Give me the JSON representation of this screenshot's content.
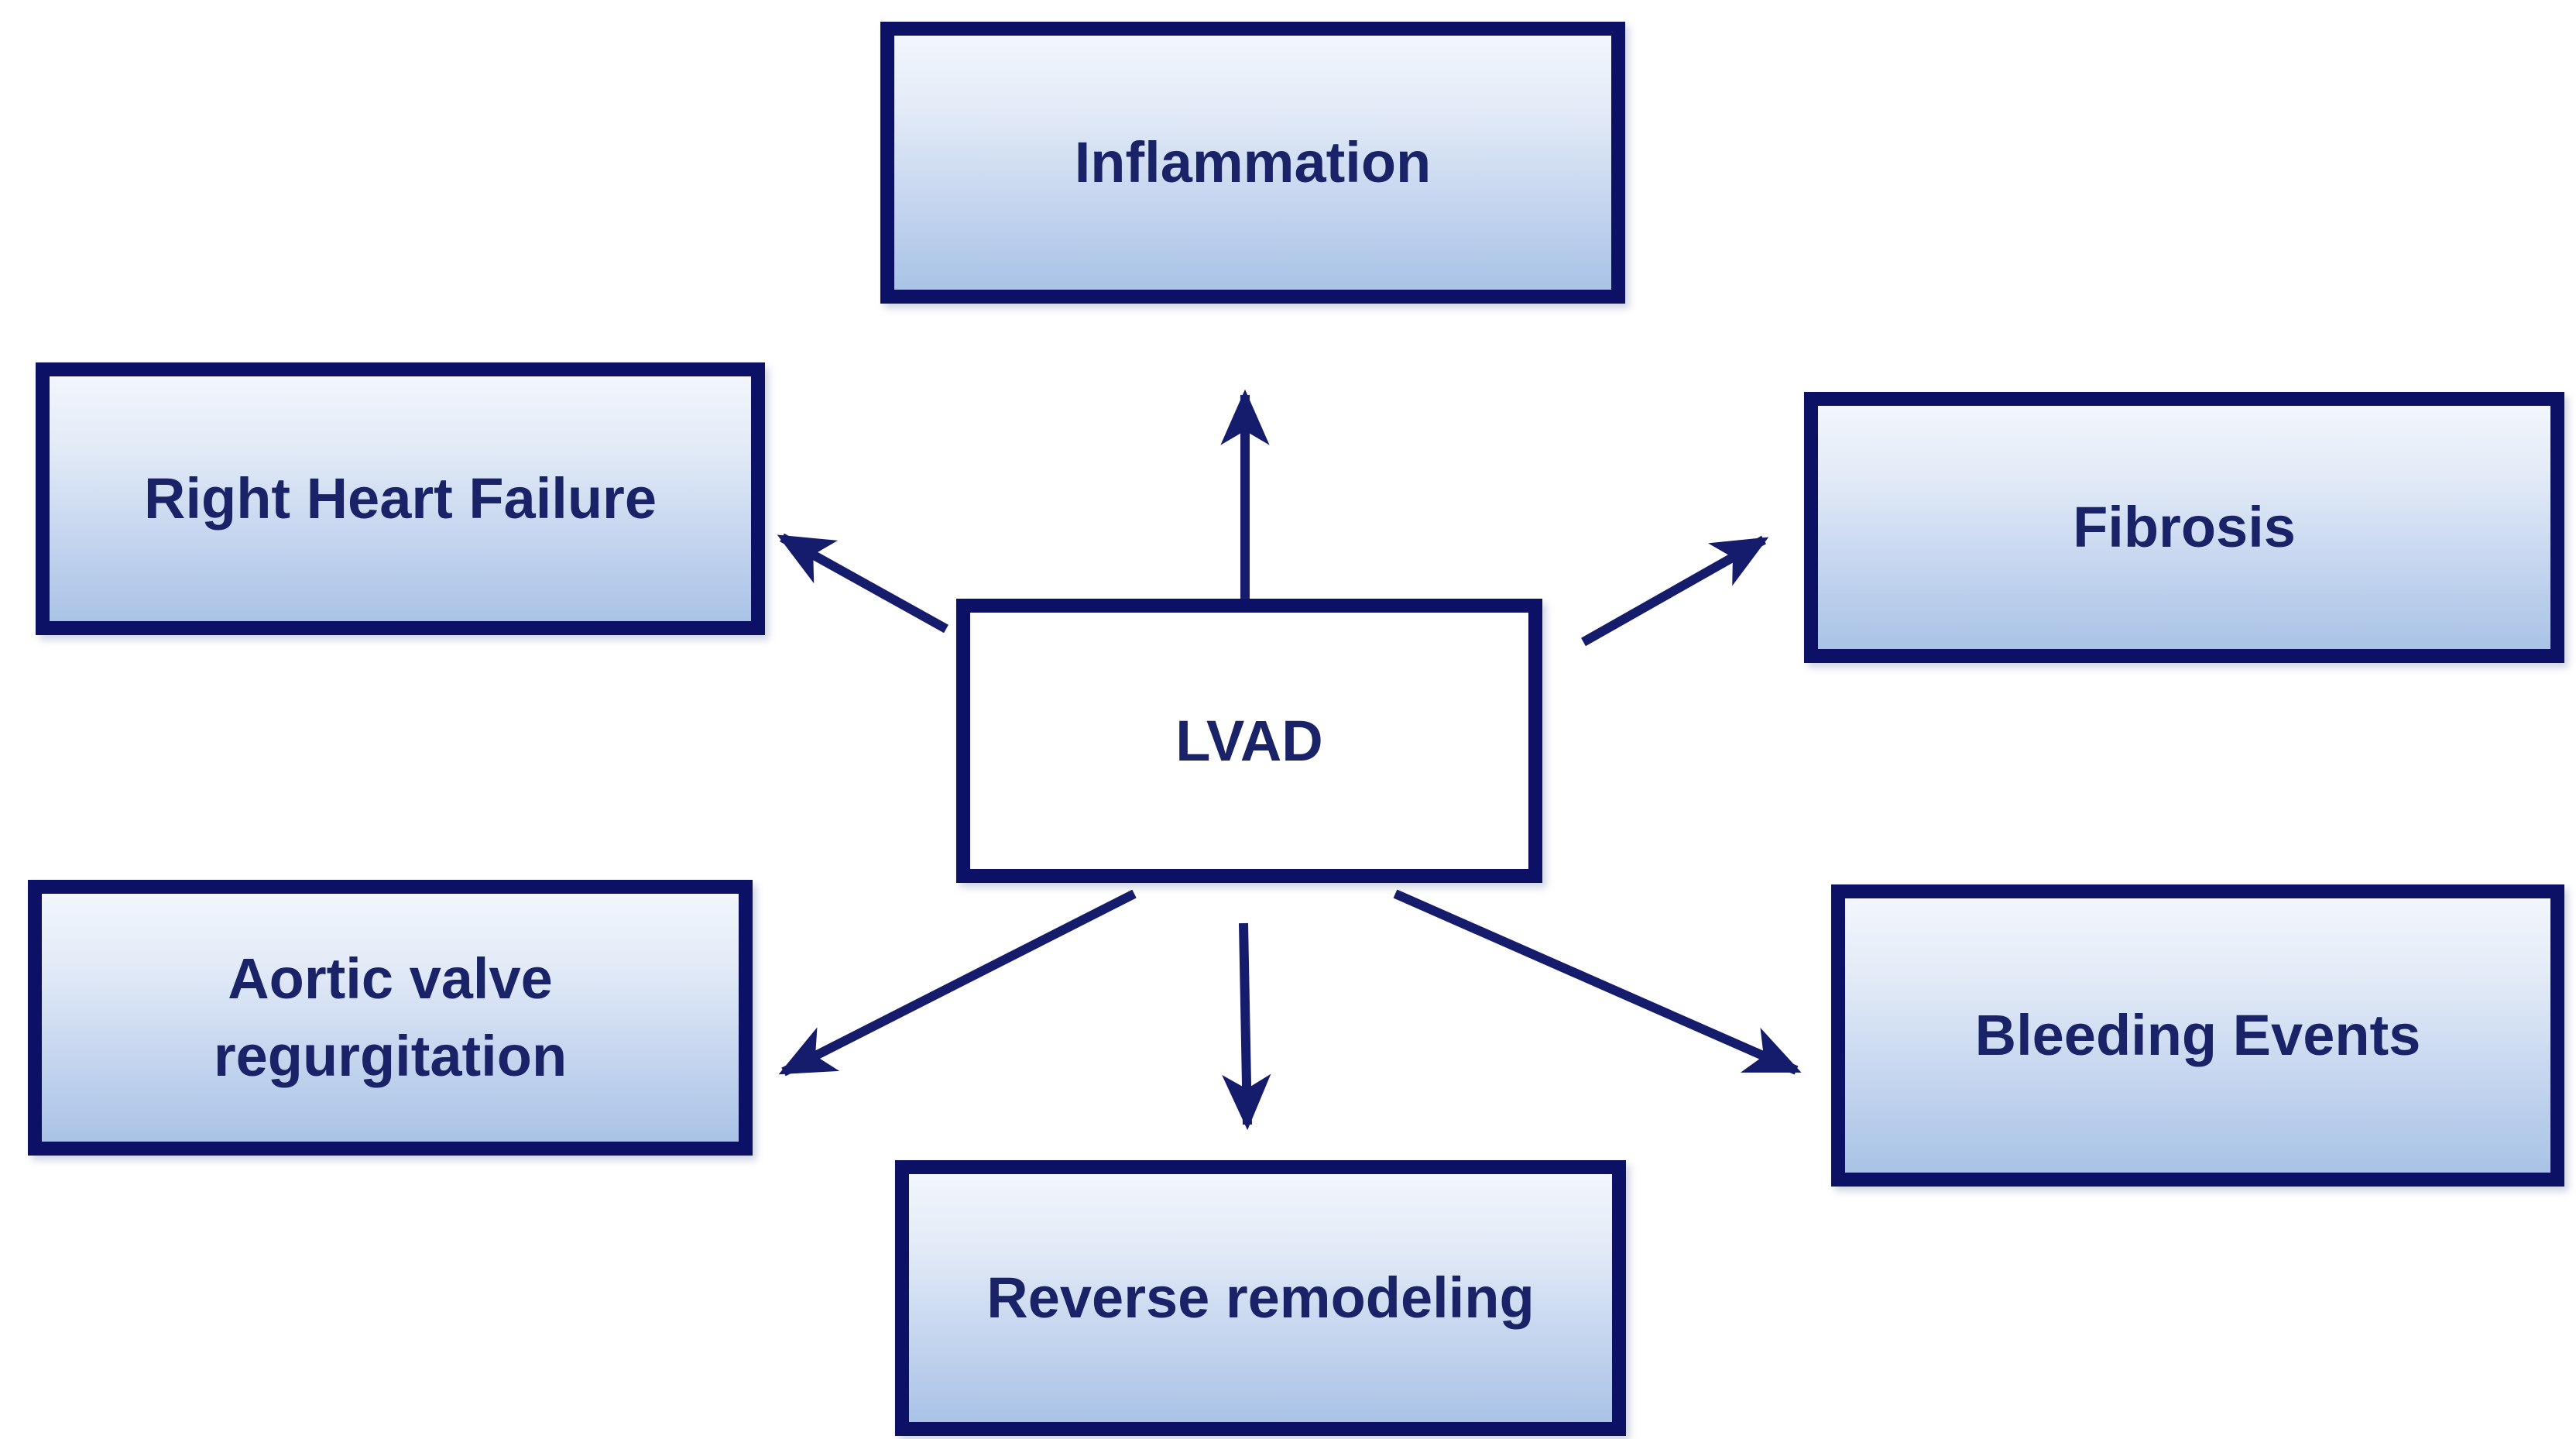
{
  "diagram": {
    "type": "radial-concept-diagram",
    "nodes": {
      "center": {
        "label": "LVAD"
      },
      "top": {
        "label": "Inflammation"
      },
      "upper_left": {
        "label": "Right Heart Failure"
      },
      "upper_right": {
        "label": "Fibrosis"
      },
      "lower_left": {
        "label": "Aortic valve regurgitation"
      },
      "lower_right": {
        "label": "Bleeding Events"
      },
      "bottom": {
        "label": "Reverse remodeling"
      }
    },
    "edges": [
      {
        "from": "LVAD",
        "to": "Inflammation"
      },
      {
        "from": "LVAD",
        "to": "Right Heart Failure"
      },
      {
        "from": "LVAD",
        "to": "Fibrosis"
      },
      {
        "from": "LVAD",
        "to": "Aortic valve regurgitation"
      },
      {
        "from": "LVAD",
        "to": "Reverse remodeling"
      },
      {
        "from": "LVAD",
        "to": "Bleeding Events"
      }
    ],
    "colors": {
      "background": "#ffffff",
      "box_border": "#0c1166",
      "box_fill_top": "#f2f6fc",
      "box_fill_bottom": "#a9c3e6",
      "center_box_fill": "#ffffff",
      "label_text": "#1b2368",
      "arrow": "#141c6b"
    }
  }
}
